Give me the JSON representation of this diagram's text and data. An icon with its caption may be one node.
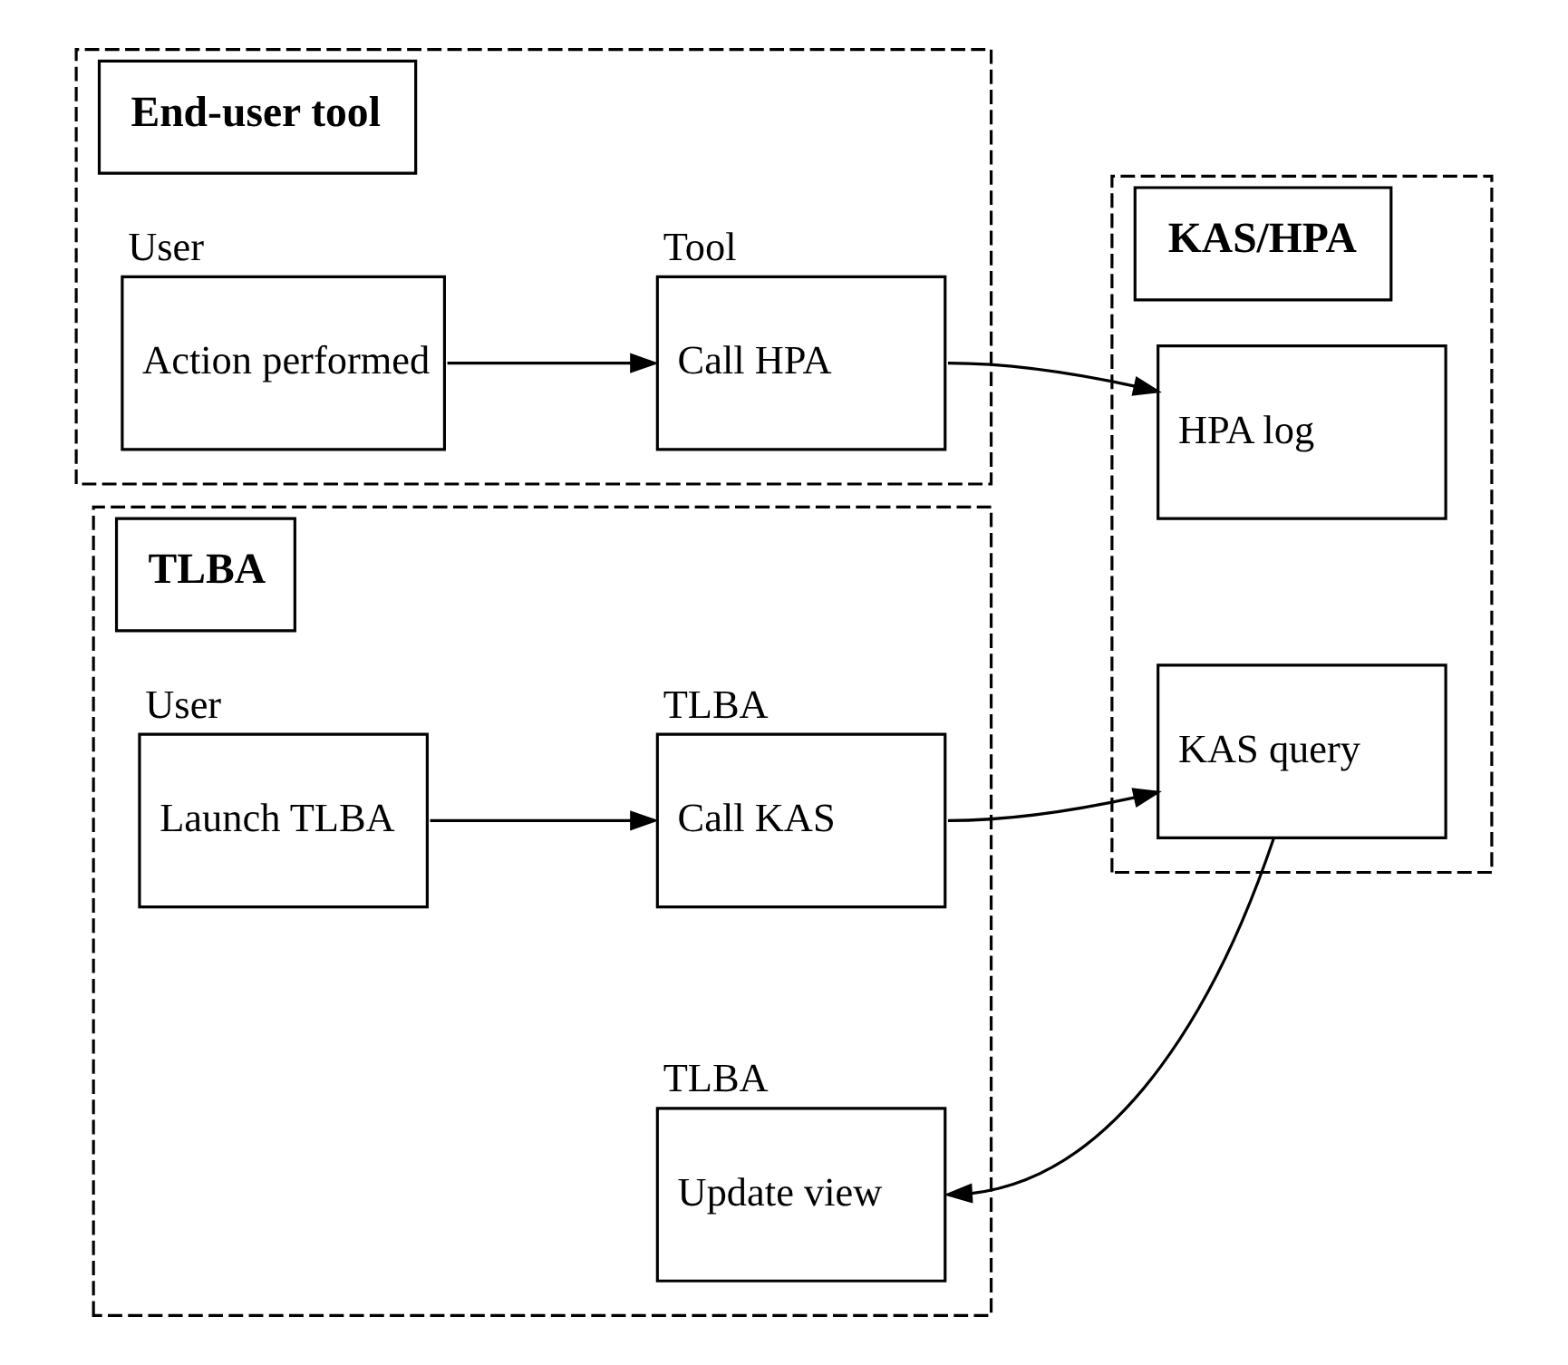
{
  "diagram": {
    "nodes": [
      {
        "text": [
          "End-user tool"
        ]
      },
      {
        "text": [
          "Action performed"
        ],
        "beside": [
          "User"
        ],
        "in": 0
      },
      {
        "text": [
          "Call HPA"
        ],
        "beside": [
          "Tool"
        ],
        "in": 0
      },
      {
        "text": [
          "KAS/HPA"
        ]
      },
      {
        "text": [
          "HPA log"
        ],
        "in": 3
      },
      {
        "text": [
          "KAS query"
        ],
        "in": 3
      },
      {
        "text": [
          "TLBA"
        ]
      },
      {
        "text": [
          "Launch TLBA"
        ],
        "beside": [
          "User"
        ],
        "in": 6
      },
      {
        "text": [
          "Call KAS"
        ],
        "beside": [
          "TLBA"
        ],
        "in": 6
      },
      {
        "text": [
          "Update view"
        ],
        "beside": [
          "TLBA"
        ],
        "in": 6
      }
    ],
    "edges": [
      {
        "from": 1,
        "to": 2,
        "arrow": "to"
      },
      {
        "from": 2,
        "to": 4,
        "arrow": "to"
      },
      {
        "from": 7,
        "to": 8,
        "arrow": "to"
      },
      {
        "from": 8,
        "to": 5,
        "arrow": "to"
      },
      {
        "from": 5,
        "to": 9,
        "arrow": "to"
      }
    ]
  }
}
